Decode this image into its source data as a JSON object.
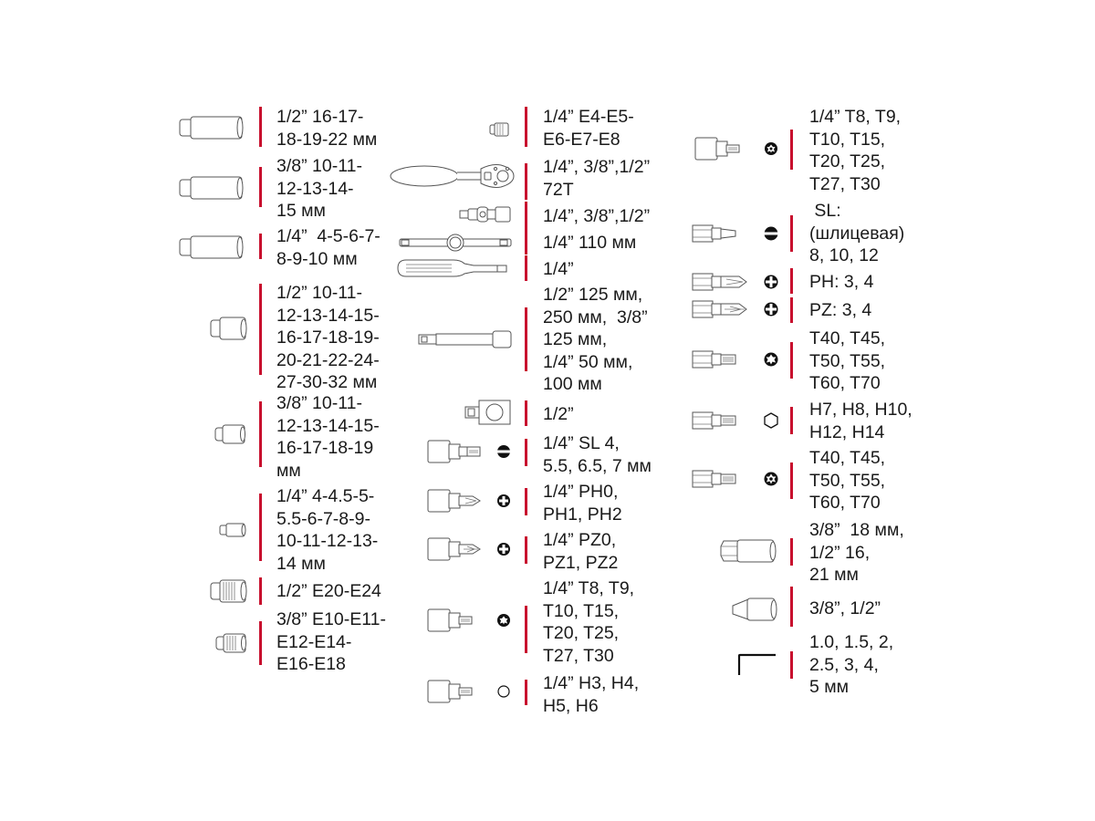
{
  "accent_color": "#c8102e",
  "columns": [
    {
      "items": [
        {
          "icon": "deep-socket-icon",
          "label": "1/2” 16-17-\n18-19-22 мм"
        },
        {
          "icon": "deep-socket-icon",
          "label": "3/8” 10-11-\n12-13-14-\n15 мм"
        },
        {
          "icon": "deep-socket-icon",
          "label": "1/4”  4-5-6-7-\n8-9-10 мм"
        },
        {
          "icon": "socket-icon",
          "label": "1/2” 10-11-\n12-13-14-15-\n16-17-18-19-\n20-21-22-24-\n27-30-32 мм"
        },
        {
          "icon": "socket-icon",
          "label": "3/8” 10-11-\n12-13-14-15-\n16-17-18-19\nмм"
        },
        {
          "icon": "socket-icon",
          "label": "1/4” 4-4.5-5-\n5.5-6-7-8-9-\n10-11-12-13-\n14 мм"
        },
        {
          "icon": "e-torx-socket-icon",
          "label": "1/2” E20-E24"
        },
        {
          "icon": "e-torx-socket-icon",
          "label": "3/8” E10-E11-\nE12-E14-\nE16-E18"
        }
      ]
    },
    {
      "items": [
        {
          "icon": "e-torx-socket-icon",
          "label": "1/4” E4-E5-\nE6-E7-E8"
        },
        {
          "icon": "ratchet-icon",
          "label": "1/4”, 3/8”,1/2”\n72T"
        },
        {
          "icon": "universal-joint-icon",
          "label": "1/4”, 3/8”,1/2”"
        },
        {
          "icon": "t-bar-icon",
          "label": "1/4” 110 мм"
        },
        {
          "icon": "spinner-handle-icon",
          "label": "1/4”"
        },
        {
          "icon": "extension-bar-icon",
          "label": "1/2” 125 мм,\n250 мм,  3/8”\n125 мм,\n1/4” 50 мм,\n100 мм"
        },
        {
          "icon": "adapter-icon",
          "label": "1/2”"
        },
        {
          "icon": "slotted-bit-socket-icon",
          "label": "1/4” SL 4,\n5.5, 6.5, 7 мм"
        },
        {
          "icon": "phillips-bit-socket-icon",
          "label": "1/4” PH0,\nPH1, PH2"
        },
        {
          "icon": "pozidriv-bit-socket-icon",
          "label": "1/4” PZ0,\nPZ1, PZ2"
        },
        {
          "icon": "torx-bit-socket-icon",
          "label": "1/4” T8, T9,\nT10, T15,\nT20, T25,\nT27, T30"
        },
        {
          "icon": "hex-bit-socket-icon",
          "label": "1/4” H3, H4,\nH5, H6"
        }
      ]
    },
    {
      "items": [
        {
          "icon": "tamper-torx-bit-socket-icon",
          "label": "1/4” T8, T9,\nT10, T15,\nT20, T25,\nT27, T30"
        },
        {
          "icon": "slotted-bit-icon",
          "label": " SL:\n(шлицевая)\n8, 10, 12"
        },
        {
          "icon": "phillips-bit-icon",
          "label": "PH: 3, 4"
        },
        {
          "icon": "pozidriv-bit-icon",
          "label": "PZ: 3, 4"
        },
        {
          "icon": "torx-bit-icon",
          "label": "T40, T45,\nT50, T55,\nT60, T70"
        },
        {
          "icon": "hex-bit-icon",
          "label": "H7, H8, H10,\nH12, H14"
        },
        {
          "icon": "tamper-torx-bit-icon",
          "label": "T40, T45,\nT50, T55,\nT60, T70"
        },
        {
          "icon": "spark-plug-socket-icon",
          "label": "3/8”  18 мм,\n1/2” 16,\n21 мм"
        },
        {
          "icon": "bit-adapter-icon",
          "label": "3/8”, 1/2”"
        },
        {
          "icon": "hex-key-icon",
          "label": "1.0, 1.5, 2,\n2.5, 3, 4,\n5 мм"
        }
      ]
    }
  ]
}
